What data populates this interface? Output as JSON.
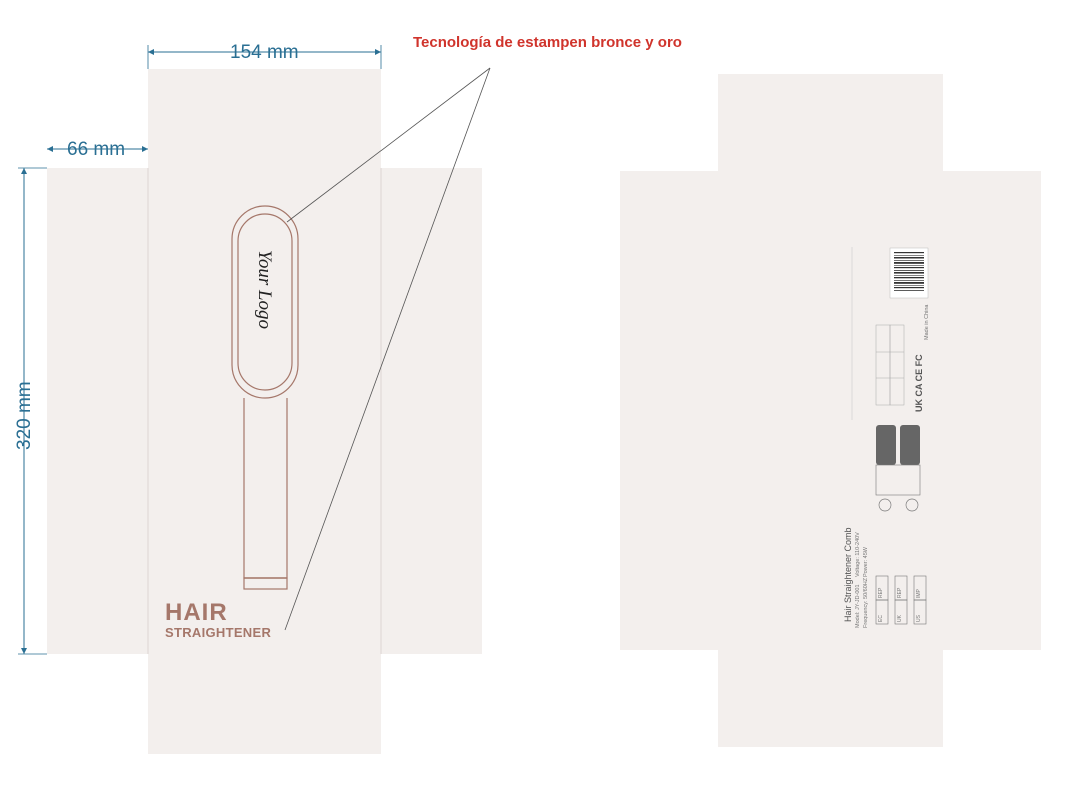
{
  "dimensions": {
    "width": "154 mm",
    "flap": "66 mm",
    "height": "320 mm"
  },
  "annotation": "Tecnología de estampen bronce y oro",
  "front": {
    "logo_placeholder": "Your Logo",
    "brand_word1": "HAIR",
    "brand_word2": "STRAIGHTENER"
  },
  "back": {
    "product_title": "Hair Straightener Comb",
    "model": "Model: JY-JD-001",
    "frequency": "Frequency: 50/60HZ",
    "voltage": "Voltage: 110-240V",
    "power": "Power: 45W",
    "certifications": "UK CA  CE  FC",
    "made_in": "Made in China",
    "rep_labels": [
      "EC",
      "REP",
      "UK",
      "REP",
      "US",
      "IMP"
    ]
  },
  "colors": {
    "panel": "#f3efed",
    "accent": "#a5776a",
    "dimension": "#2a6f93",
    "annotation": "#d0342c"
  }
}
